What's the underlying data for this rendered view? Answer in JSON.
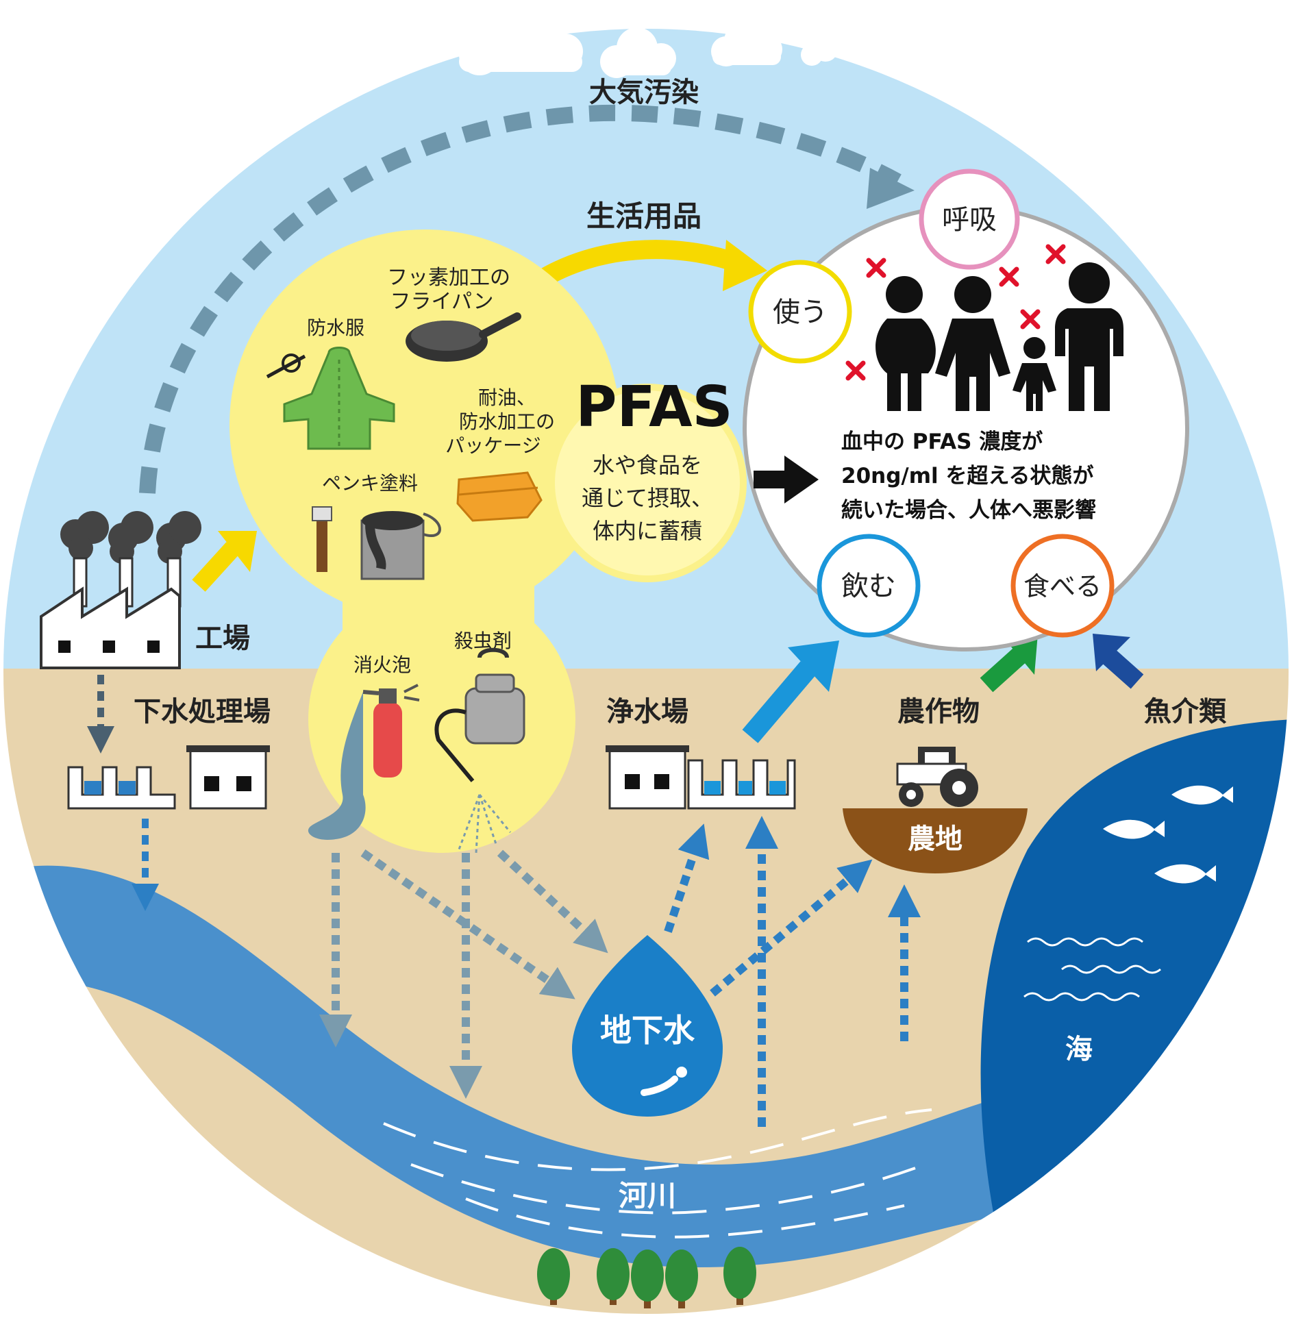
{
  "labels": {
    "air_pollution": "大気汚染",
    "household_goods": "生活用品",
    "breathe": "呼吸",
    "use": "使う",
    "drink": "飲む",
    "eat": "食べる",
    "pfas": "PFAS",
    "pfas_desc": [
      "水や食品を",
      "通じて摂取、",
      "体内に蓄積"
    ],
    "health_effect": [
      "血中の PFAS 濃度が",
      "20ng/ml を超える状態が",
      "続いた場合、人体へ悪影響"
    ],
    "fryingpan": [
      "フッ素加工の",
      "フライパン"
    ],
    "raincoat": "防水服",
    "package": [
      "耐油、",
      "防水加工の",
      "パッケージ"
    ],
    "paint": "ペンキ塗料",
    "foam": "消火泡",
    "pesticide": "殺虫剤",
    "factory": "工場",
    "sewage_plant": "下水処理場",
    "water_plant": "浄水場",
    "crops": "農作物",
    "seafood": "魚介類",
    "farmland": "農地",
    "groundwater": "地下水",
    "river": "河川",
    "sea": "海"
  },
  "colors": {
    "sky": "#bfe3f7",
    "ground": "#e8d4ad",
    "river": "#4a90cc",
    "sea": "#0a5fa8",
    "pfas_bubble": "#fbf18a",
    "pfas_inner": "#fff8b0",
    "yellow_arrow": "#f7d900",
    "air_arrow": "#6e96ab",
    "blue_dotted": "#2c7fc4",
    "gray_dotted": "#7a9bad",
    "breathe_ring": "#e691bd",
    "use_ring": "#f2dc00",
    "drink_ring": "#1a96da",
    "eat_ring": "#ee6f24",
    "drink_arrow": "#1a96da",
    "crops_arrow": "#1a9a3e",
    "seafood_arrow": "#1c4c9c",
    "danger_x": "#e0122b",
    "tree": "#2f8d3a",
    "farmland": "#8b5218"
  }
}
